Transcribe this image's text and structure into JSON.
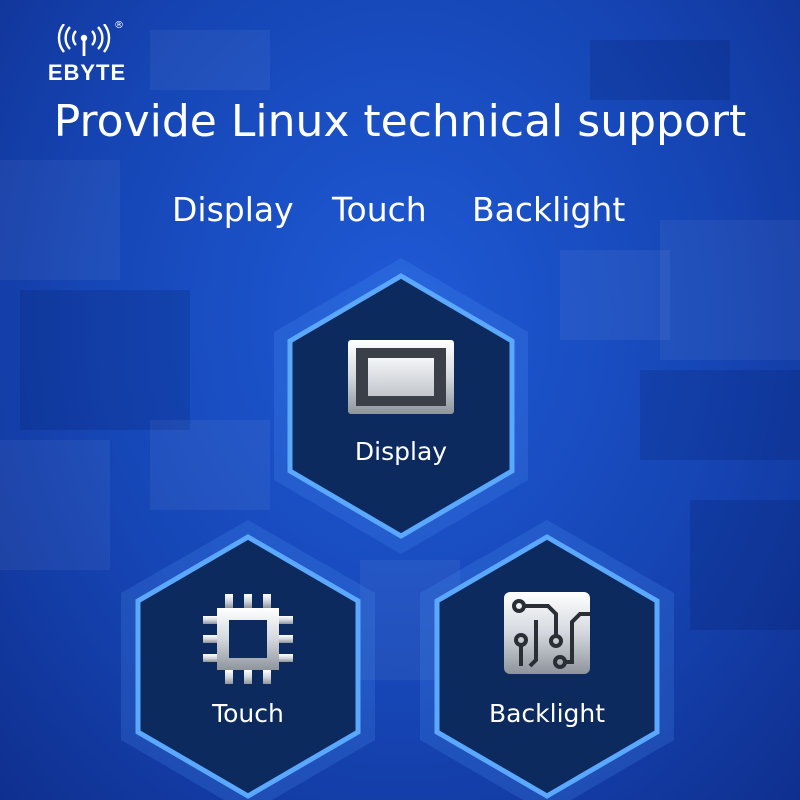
{
  "brand": {
    "name": "EBYTE",
    "registered": "®"
  },
  "headline": "Provide Linux technical support",
  "features": [
    "Display",
    "Touch",
    "Backlight"
  ],
  "cards": [
    {
      "label": "Display",
      "icon": "display-icon"
    },
    {
      "label": "Touch",
      "icon": "chip-icon"
    },
    {
      "label": "Backlight",
      "icon": "circuit-icon"
    }
  ],
  "colors": {
    "background": "#1a4fc0",
    "hex_fill": "#0d2a5e",
    "hex_border": "#5aa8ff",
    "text": "#ffffff"
  }
}
